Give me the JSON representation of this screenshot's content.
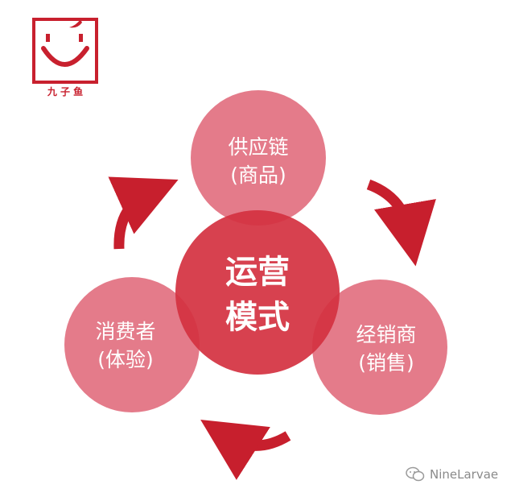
{
  "logo": {
    "caption": "九 子 鱼"
  },
  "center": {
    "line1": "运营",
    "line2": "模式"
  },
  "nodes": [
    {
      "line1": "供应链",
      "line2": "(商品)"
    },
    {
      "line1": "经销商",
      "line2": "(销售)"
    },
    {
      "line1": "消费者",
      "line2": "(体验)"
    }
  ],
  "watermark": {
    "text": "NineLarvae"
  },
  "colors": {
    "brand_red": "#c8202e",
    "circle_pink": "#e06b7c",
    "center_red": "#d6313f",
    "arrow_red": "#c71f2d"
  }
}
